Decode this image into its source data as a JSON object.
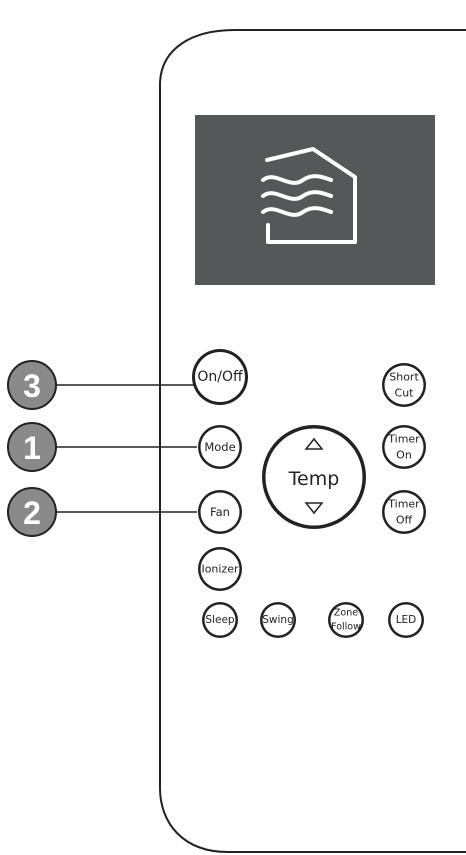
{
  "colors": {
    "outline": "#222222",
    "display": "#555759",
    "icon": "#ffffff",
    "callout_fill": "#8a8a8a",
    "button_fill": "#ffffff"
  },
  "display": {
    "icon": "house-airflow-icon"
  },
  "buttons": {
    "on_off": "On/Off",
    "mode": "Mode",
    "fan": "Fan",
    "ionizer": "Ionizer",
    "short_cut": [
      "Short",
      "Cut"
    ],
    "timer_on": [
      "Timer",
      "On"
    ],
    "timer_off": [
      "Timer",
      "Off"
    ],
    "temp": "Temp",
    "sleep": "Sleep",
    "swing": "Swing",
    "zone_follow": [
      "Zone",
      "Follow"
    ],
    "led": "LED"
  },
  "callouts": [
    {
      "number": "3",
      "target": "On/Off"
    },
    {
      "number": "1",
      "target": "Mode"
    },
    {
      "number": "2",
      "target": "Fan"
    }
  ]
}
